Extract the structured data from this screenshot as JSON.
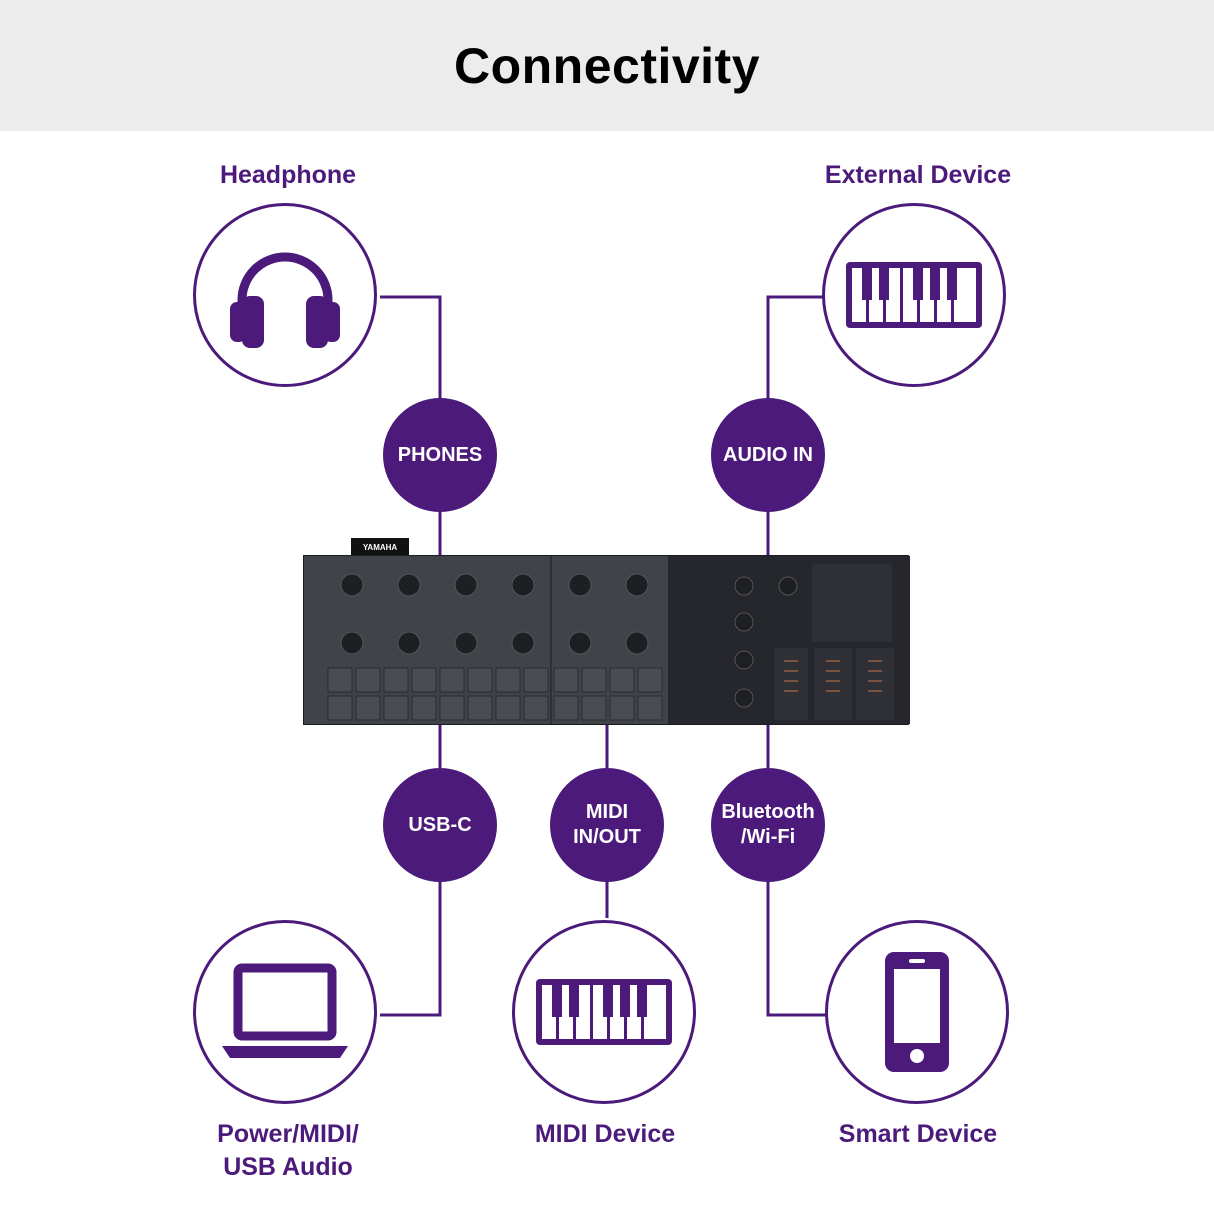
{
  "title": "Connectivity",
  "devices": {
    "headphone": "Headphone",
    "external": "External Device",
    "computer": "Power/MIDI/\nUSB Audio",
    "midi": "MIDI Device",
    "smart": "Smart Device"
  },
  "ports": {
    "phones": "PHONES",
    "audio_in": "AUDIO IN",
    "usbc": "USB-C",
    "midi_io": "MIDI\nIN/OUT",
    "bt": "Bluetooth\n/Wi-Fi"
  },
  "device_brand": "YAMAHA",
  "colors": {
    "accent": "#4b1a7a",
    "header_bg": "#ececec"
  }
}
